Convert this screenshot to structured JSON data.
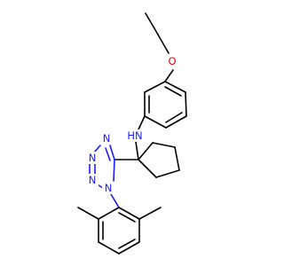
{
  "molecule": {
    "atom_labels": {
      "amine": "HN",
      "ether_oxygen": "O",
      "tetrazole_n_upper": "N",
      "tetrazole_n_middle": "N",
      "tetrazole_n_lower": "N",
      "tetrazole_n_substituted": "N"
    },
    "colors": {
      "carbon_bond": "#000000",
      "nitrogen": "#1b1bff",
      "oxygen": "#e00000",
      "background": "#ffffff"
    }
  }
}
